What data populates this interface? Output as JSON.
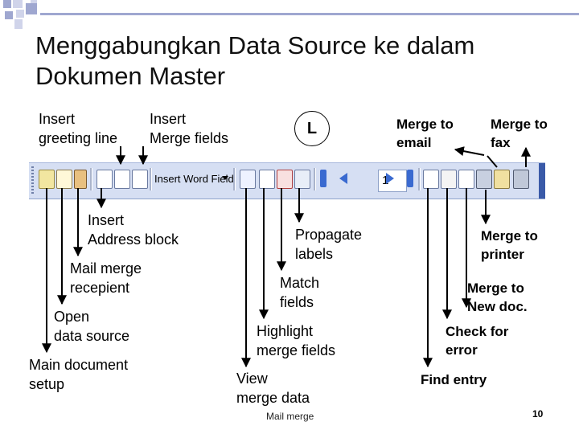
{
  "slide": {
    "title_line1": "Menggabungkan Data Source ke dalam",
    "title_line2": "Dokumen Master",
    "footer": "Mail merge",
    "page_number": "10"
  },
  "labels": {
    "insert_greeting_1": "Insert",
    "insert_greeting_2": "greeting line",
    "insert_merge_1": "Insert",
    "insert_merge_2": "Merge fields",
    "l_box": "L",
    "merge_email_1": "Merge to",
    "merge_email_2": "email",
    "merge_fax_1": "Merge to",
    "merge_fax_2": "fax",
    "insert_address_1": "Insert",
    "insert_address_2": "Address block",
    "mail_recip_1": "Mail merge",
    "mail_recip_2": "recepient",
    "open_source_1": "Open",
    "open_source_2": "data source",
    "main_doc_1": "Main document",
    "main_doc_2": "setup",
    "propagate_1": "Propagate",
    "propagate_2": "labels",
    "match_1": "Match",
    "match_2": "fields",
    "highlight_1": "Highlight",
    "highlight_2": "merge fields",
    "view_1": "View",
    "view_2": "merge data",
    "printer_1": "Merge to",
    "printer_2": "printer",
    "newdoc_1": "Merge to",
    "newdoc_2": "New doc.",
    "check_1": "Check for",
    "check_2": "error",
    "find": "Find entry"
  },
  "toolbar": {
    "insert_word_field": "Insert Word Field",
    "record_number": "1"
  },
  "colors": {
    "accent_square": "#9fa7d0",
    "toolbar_bg": "#d6dff3"
  }
}
